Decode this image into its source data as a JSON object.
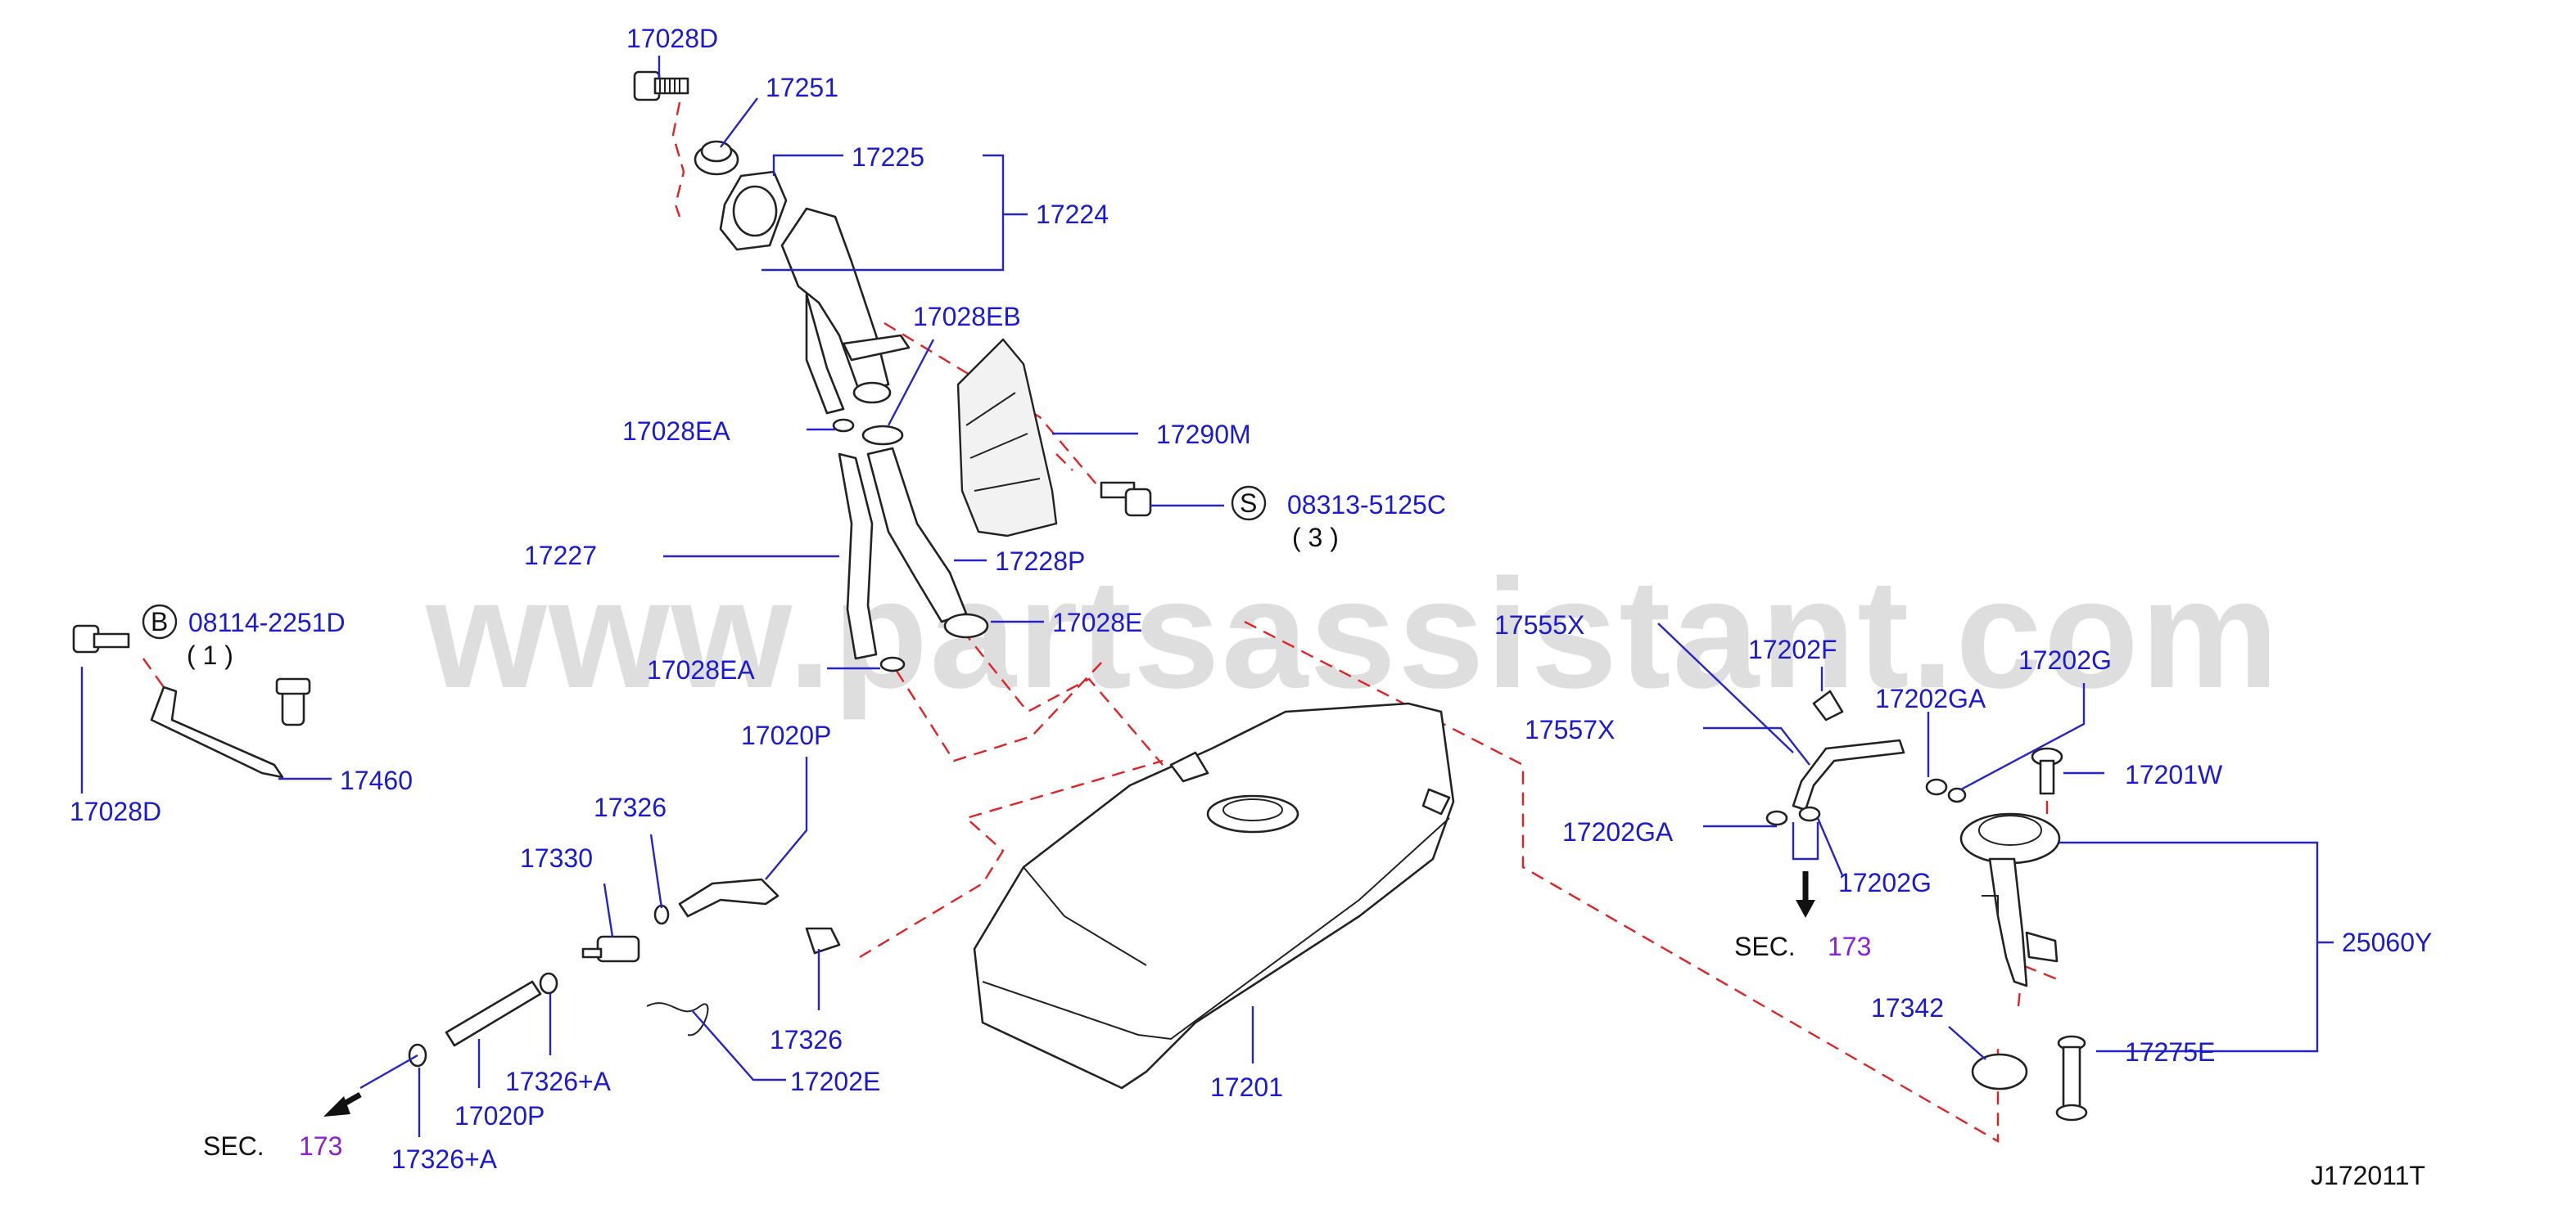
{
  "diagram_code": "J172011T",
  "watermark": "www.partsassistant.com",
  "section_refs": [
    {
      "prefix": "SEC.",
      "number": "173"
    },
    {
      "prefix": "SEC.",
      "number": "173"
    }
  ],
  "callouts": {
    "b_symbol": {
      "letter": "B",
      "part": "08114-2251D",
      "qty": "( 1 )"
    },
    "s_symbol": {
      "letter": "S",
      "part": "08313-5125C",
      "qty": "( 3 )"
    }
  },
  "parts": [
    "17028D",
    "17251",
    "17225",
    "17224",
    "17028EB",
    "17290M",
    "17028EA",
    "17227",
    "17228P",
    "17028E",
    "17028EA",
    "17460",
    "17028D",
    "17020P",
    "17326",
    "17330",
    "17326",
    "17326+A",
    "17202E",
    "17020P",
    "17326+A",
    "17201",
    "17555X",
    "17202F",
    "17202G",
    "17202GA",
    "17201W",
    "17557X",
    "17202GA",
    "17202G",
    "25060Y",
    "17342",
    "17275E"
  ]
}
